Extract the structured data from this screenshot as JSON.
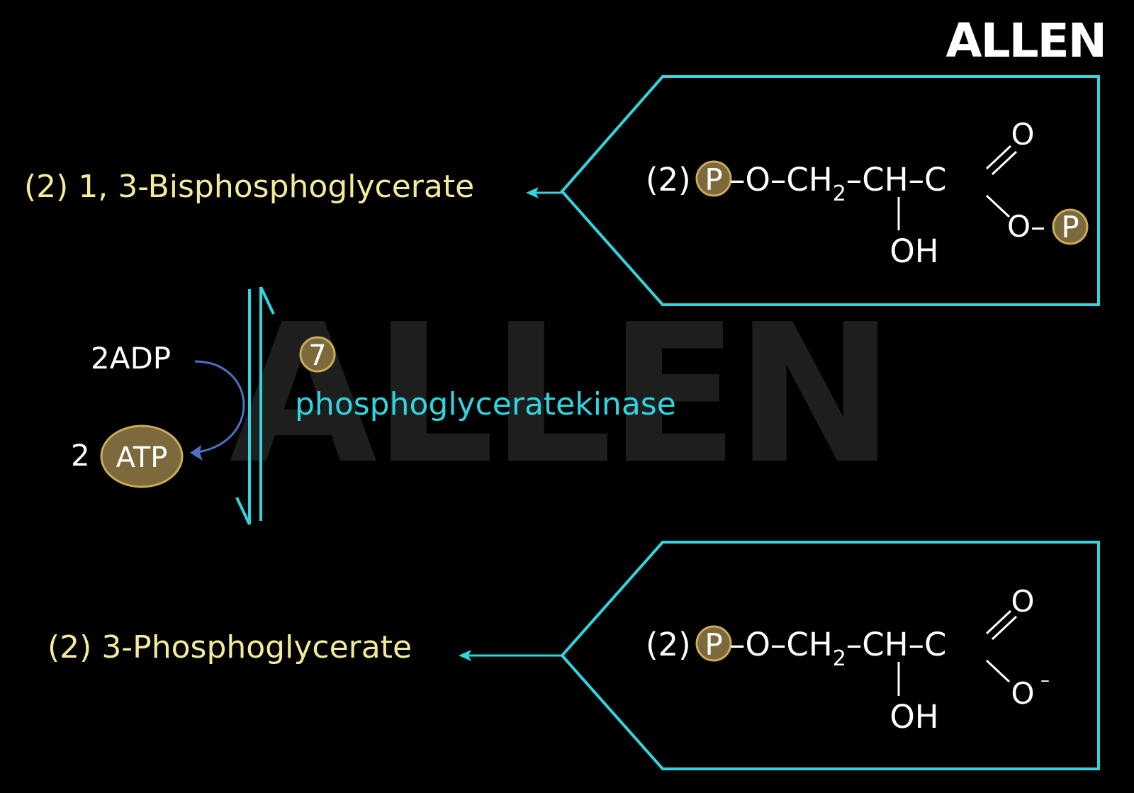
{
  "logo": {
    "text": "ALLEN"
  },
  "watermark": {
    "text": "ALLEN"
  },
  "colors": {
    "background": "#000000",
    "cyan": "#2fd6e0",
    "yellow": "#f3eb9a",
    "white": "#ffffff",
    "phosphate_fill": "#7d6a3c",
    "phosphate_stroke": "#c9ab5c",
    "blue_arrow": "#4d6fc4",
    "watermark": "#1e1e1e"
  },
  "top": {
    "label": "(2) 1, 3-Bisphosphoglycerate",
    "structure": {
      "coefficient": "(2)",
      "phosphate": "P",
      "chain_pre": "–O–CH",
      "sub2": "2",
      "chain_mid": "–CH–C",
      "carbonyl_o": "O",
      "ester": "O–",
      "ester_phosphate": "P",
      "oh": "OH"
    }
  },
  "reaction": {
    "reactant": "2ADP",
    "product_coef": "2",
    "product": "ATP",
    "step_number": "7",
    "enzyme": "phosphoglyceratekinase"
  },
  "bottom": {
    "label": "(2) 3-Phosphoglycerate",
    "structure": {
      "coefficient": "(2)",
      "phosphate": "P",
      "chain_pre": "–O–CH",
      "sub2": "2",
      "chain_mid": "–CH–C",
      "carbonyl_o": "O",
      "carboxylate_o": "O",
      "charge": "–",
      "oh": "OH"
    }
  }
}
